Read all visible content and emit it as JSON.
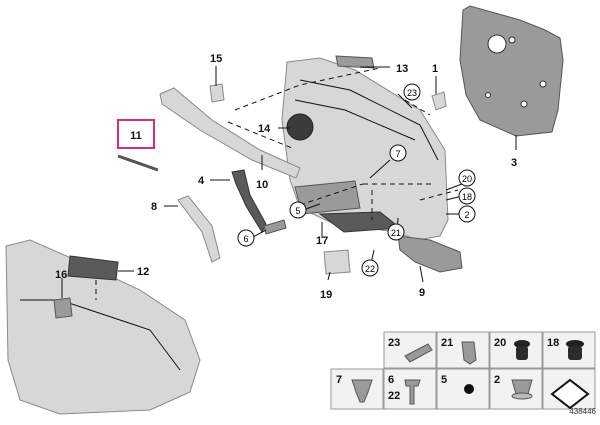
{
  "callouts": {
    "p1": "1",
    "p2": "2",
    "p3": "3",
    "p4": "4",
    "p5": "5",
    "p6": "6",
    "p7": "7",
    "p8": "8",
    "p9": "9",
    "p10": "10",
    "p11": "11",
    "p12": "12",
    "p13": "13",
    "p14": "14",
    "p15": "15",
    "p16": "16",
    "p17": "17",
    "p18": "18",
    "p19": "19",
    "p20": "20",
    "p21": "21",
    "p22": "22",
    "p23": "23"
  },
  "legend": {
    "c23": "23",
    "c21": "21",
    "c20": "20",
    "c18": "18",
    "c7": "7",
    "c6": "6",
    "c22": "22",
    "c5": "5",
    "c2": "2"
  },
  "diagram_id": "438446",
  "highlight_color": "#e0287a"
}
